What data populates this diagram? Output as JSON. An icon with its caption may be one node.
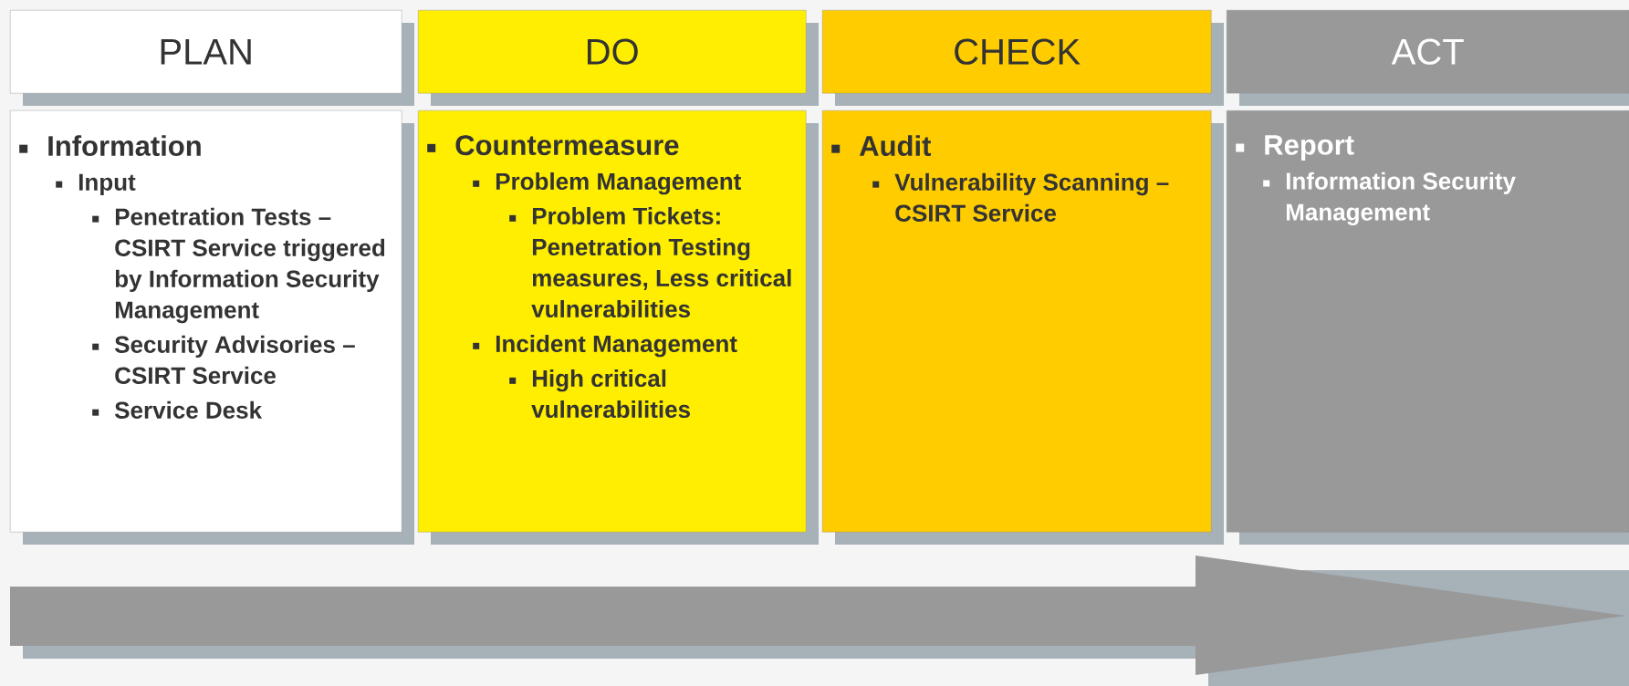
{
  "diagram": {
    "nodes": [
      {
        "text": [
          "PLAN"
        ]
      },
      {
        "text": [
          "DO"
        ]
      },
      {
        "text": [
          "CHECK"
        ]
      },
      {
        "text": [
          "ACT"
        ]
      },
      {
        "text": [
          "Information",
          "Input",
          "Penetration Tests – CSIRT Service triggered by Information Security Management",
          "Security Advisories – CSIRT Service",
          "Service Desk"
        ]
      },
      {
        "text": [
          "Countermeasure",
          "Problem Management",
          "Problem Tickets: Penetration Testing measures, Less critical vulnerabilities",
          "Incident Management",
          "High critical vulnerabilities"
        ]
      },
      {
        "text": [
          "Audit",
          "Vulnerability Scanning – CSIRT Service"
        ]
      },
      {
        "text": [
          "Report",
          "Information Security Management"
        ]
      }
    ]
  }
}
